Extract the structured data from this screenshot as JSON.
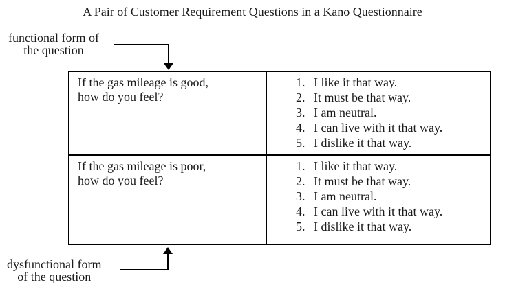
{
  "title": "A Pair of Customer Requirement Questions in a Kano Questionnaire",
  "labels": {
    "functional": {
      "line1": "functional form of",
      "line2": "the question"
    },
    "dysfunctional": {
      "line1": "dysfunctional form",
      "line2": "of the question"
    }
  },
  "table": {
    "rows": [
      {
        "question_line1": "If the gas mileage is good,",
        "question_line2": "how do you feel?",
        "options": [
          {
            "num": "1.",
            "text": "I like it that way."
          },
          {
            "num": "2.",
            "text": "It must be that way."
          },
          {
            "num": "3.",
            "text": "I am neutral."
          },
          {
            "num": "4.",
            "text": "I can live with it that way."
          },
          {
            "num": "5.",
            "text": "I dislike it that way."
          }
        ]
      },
      {
        "question_line1": "If the gas mileage is poor,",
        "question_line2": "how do you feel?",
        "options": [
          {
            "num": "1.",
            "text": "I like it that way."
          },
          {
            "num": "2.",
            "text": "It must be that way."
          },
          {
            "num": "3.",
            "text": "I am neutral."
          },
          {
            "num": "4.",
            "text": "I can live with it that way."
          },
          {
            "num": "5.",
            "text": "I dislike it that way."
          }
        ]
      }
    ]
  },
  "colors": {
    "text": "#1a1a1a",
    "border": "#000000",
    "background": "#ffffff"
  }
}
